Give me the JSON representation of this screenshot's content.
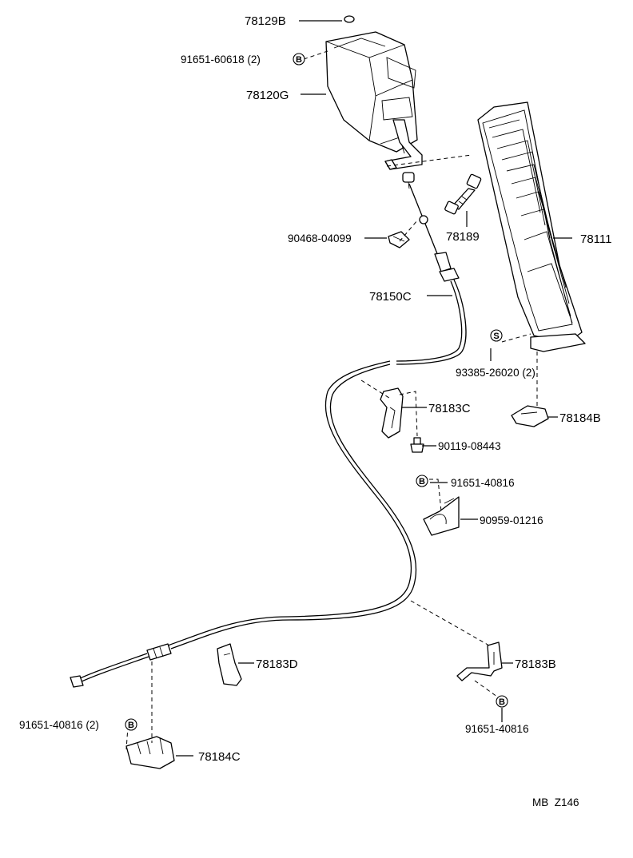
{
  "labels": {
    "l78129B": "78129B",
    "l91651_60618": "91651-60618 (2)",
    "l78120G": "78120G",
    "l90468": "90468-04099",
    "l78189": "78189",
    "l78111": "78111",
    "l78150C": "78150C",
    "l93385": "93385-26020 (2)",
    "l78183C": "78183C",
    "l78184B": "78184B",
    "l90119": "90119-08443",
    "l91651_40816a": "91651-40816",
    "l90959": "90959-01216",
    "l78183D": "78183D",
    "l78183B": "78183B",
    "l91651_40816b": "91651-40816 (2)",
    "l78184C": "78184C",
    "l91651_40816c": "91651-40816"
  },
  "markers": {
    "bolt": "B",
    "screw": "S"
  },
  "footer": {
    "code": "MB  Z146"
  }
}
